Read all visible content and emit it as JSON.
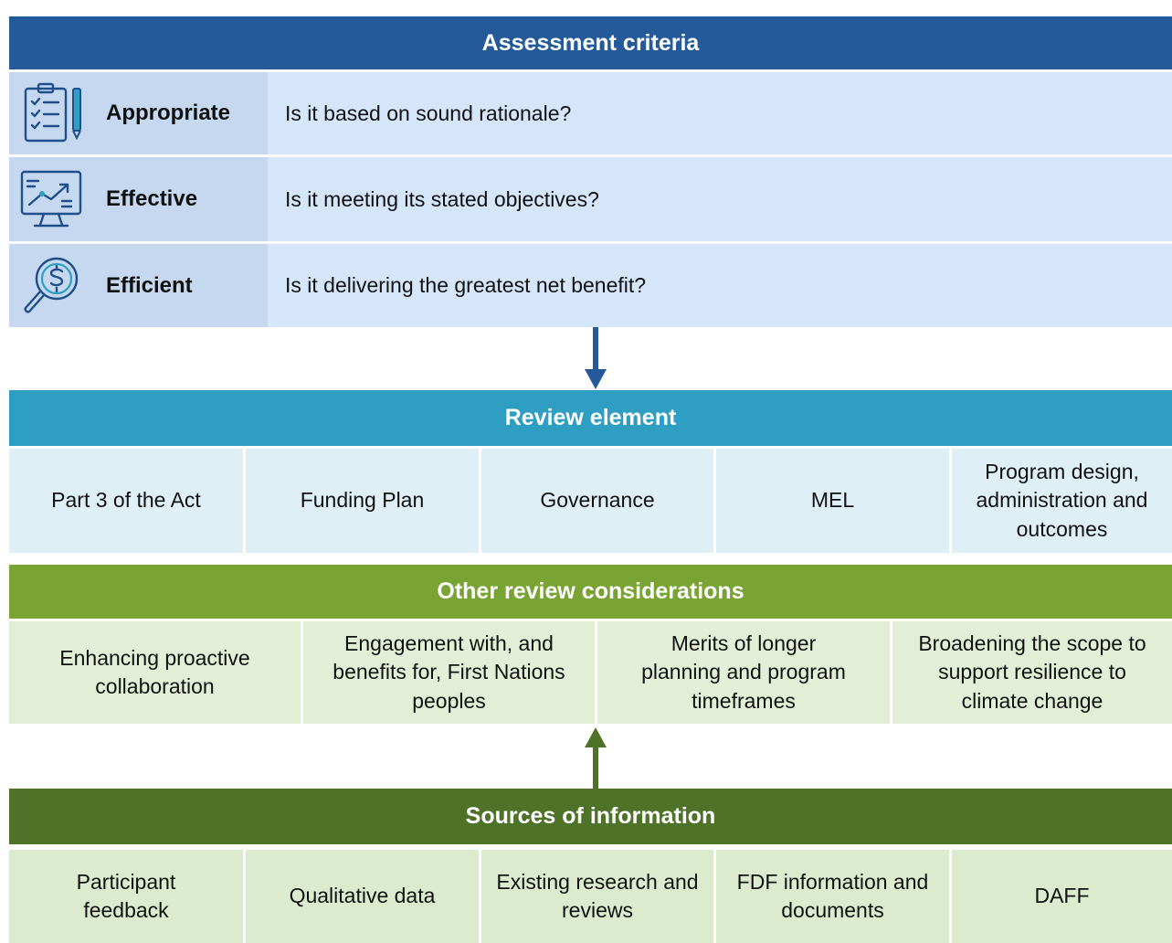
{
  "assessment": {
    "header": "Assessment criteria",
    "rows": [
      {
        "name": "Appropriate",
        "question": "Is it based on sound rationale?",
        "icon": "clipboard-checklist-icon"
      },
      {
        "name": "Effective",
        "question": "Is it meeting its stated objectives?",
        "icon": "monitor-chart-icon"
      },
      {
        "name": "Efficient",
        "question": "Is it delivering the greatest net benefit?",
        "icon": "magnifier-dollar-icon"
      }
    ]
  },
  "review": {
    "header": "Review element",
    "items": [
      "Part 3 of the Act",
      "Funding Plan",
      "Governance",
      "MEL",
      "Program design, administration and outcomes"
    ]
  },
  "other": {
    "header": "Other review considerations",
    "items": [
      "Enhancing proactive collaboration",
      "Engagement with, and benefits for, First Nations peoples",
      "Merits of longer planning and program timeframes",
      "Broadening the scope to support resilience to climate change"
    ]
  },
  "sources": {
    "header": "Sources of information",
    "items": [
      "Participant feedback",
      "Qualitative data",
      "Existing research and reviews",
      "FDF information and documents",
      "DAFF"
    ]
  },
  "colors": {
    "assessment": "#255a9a",
    "review": "#2f9ec3",
    "other": "#79a332",
    "sources": "#4e7328"
  }
}
